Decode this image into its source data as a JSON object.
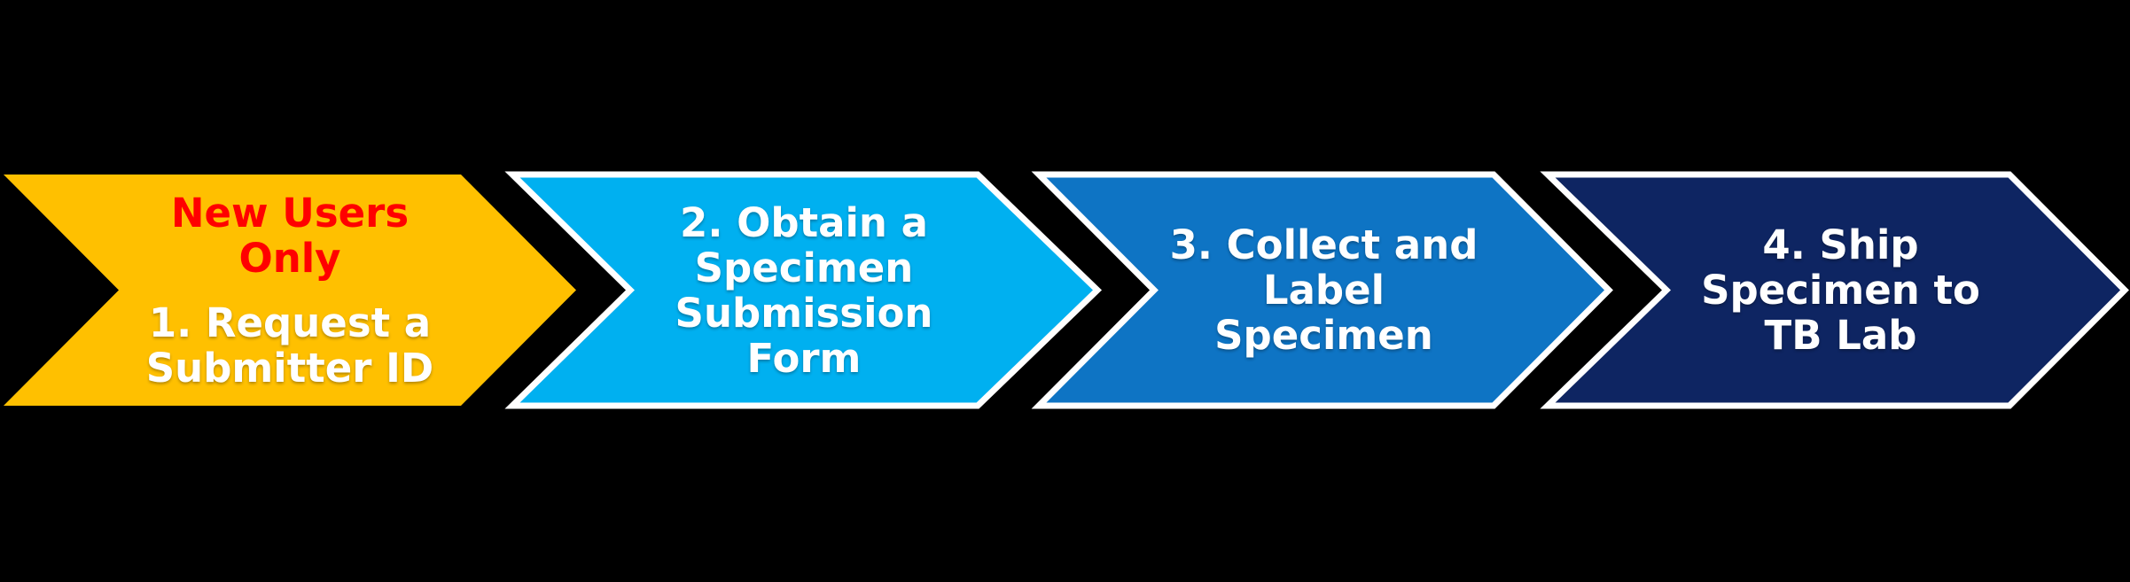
{
  "canvas": {
    "background": "#000000"
  },
  "steps": [
    {
      "note": "New Users\nOnly",
      "note_color": "#FF0000",
      "label": "1. Request a\nSubmitter ID",
      "label_color": "#FFFFFF",
      "fill": "#FFC000",
      "stroke": "none"
    },
    {
      "label": "2. Obtain a\nSpecimen\nSubmission\nForm",
      "label_color": "#FFFFFF",
      "fill": "#00B0F0",
      "stroke": "#FFFFFF"
    },
    {
      "label": "3. Collect and\nLabel\nSpecimen",
      "label_color": "#FFFFFF",
      "fill": "#0E74C4",
      "stroke": "#FFFFFF"
    },
    {
      "label": "4. Ship\nSpecimen to\nTB Lab",
      "label_color": "#FFFFFF",
      "fill": "#0E2562",
      "stroke": "#FFFFFF"
    }
  ]
}
